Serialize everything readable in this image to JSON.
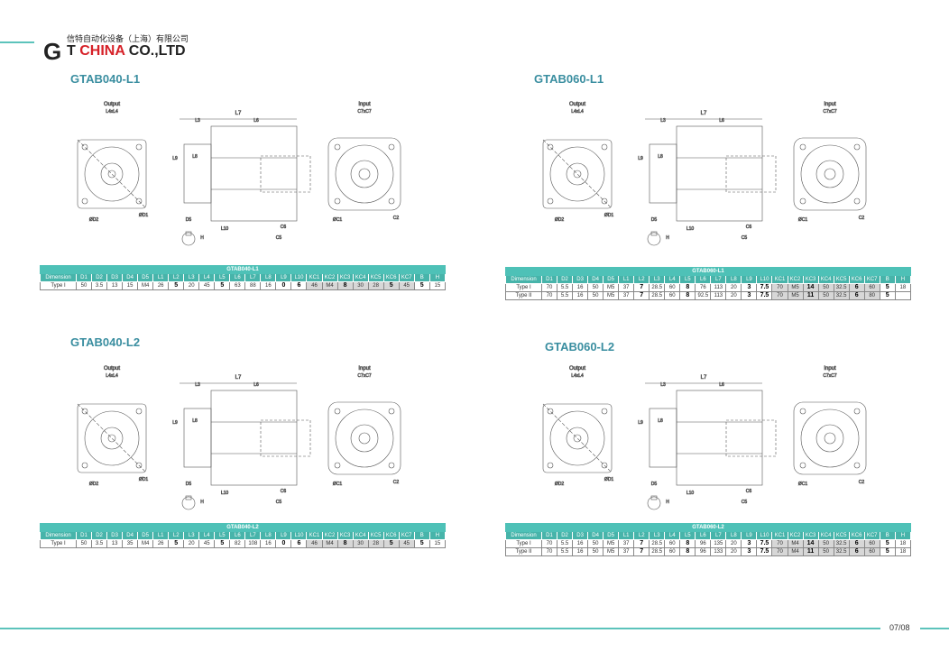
{
  "header": {
    "company_cn": "信特自动化设备（上海）有限公司",
    "logo_g": "G",
    "logo_t": "T",
    "company_en_red": "CHINA",
    "company_en_black": "CO.,LTD"
  },
  "footer": {
    "page": "07/08"
  },
  "drawing_labels": {
    "output": "Output",
    "output_dim": "L4xL4",
    "input": "Input",
    "input_dim": "C7xC7",
    "l7": "L7",
    "l3": "L3",
    "l6": "L6",
    "l8": "L8",
    "l9": "L9",
    "l10": "L10",
    "c5": "C5",
    "c6": "C6",
    "d5": "D5",
    "h": "H",
    "d2": "ØD2",
    "c2": "C2",
    "d1": "ØD1",
    "c1": "ØC1"
  },
  "columns": [
    "Dimension",
    "D1",
    "D2",
    "D3",
    "D4",
    "D5",
    "L1",
    "L2",
    "L3",
    "L4",
    "L5",
    "L6",
    "L7",
    "L8",
    "L9",
    "L10",
    "KC1",
    "KC2",
    "KC3",
    "KC4",
    "KC5",
    "KC6",
    "KC7",
    "B",
    "H"
  ],
  "panels": [
    {
      "title": "GTAB040-L1",
      "table_title": "GTAB040-L1",
      "rows": [
        [
          "Type I",
          "50",
          "3.5",
          "13",
          "15",
          "M4",
          "26",
          "5",
          "20",
          "45",
          "5",
          "63",
          "88",
          "16",
          "0",
          "6",
          "46",
          "M4",
          "8",
          "30",
          "28",
          "5",
          "45",
          "5",
          "15"
        ]
      ]
    },
    {
      "title": "GTAB060-L1",
      "table_title": "GTAB060-L1",
      "rows": [
        [
          "Type I",
          "70",
          "5.5",
          "16",
          "50",
          "M5",
          "37",
          "7",
          "28.5",
          "60",
          "8",
          "76",
          "113",
          "20",
          "3",
          "7.5",
          "70",
          "M5",
          "14",
          "50",
          "32.5",
          "6",
          "60",
          "5",
          "18"
        ],
        [
          "Type II",
          "70",
          "5.5",
          "16",
          "50",
          "M5",
          "37",
          "7",
          "28.5",
          "60",
          "8",
          "92.5",
          "113",
          "20",
          "3",
          "7.5",
          "70",
          "M5",
          "11",
          "50",
          "32.5",
          "6",
          "80",
          "5",
          ""
        ]
      ]
    },
    {
      "title": "GTAB040-L2",
      "table_title": "GTAB040-L2",
      "rows": [
        [
          "Type I",
          "50",
          "3.5",
          "13",
          "35",
          "M4",
          "26",
          "5",
          "20",
          "45",
          "5",
          "82",
          "108",
          "16",
          "0",
          "6",
          "46",
          "M4",
          "8",
          "30",
          "28",
          "5",
          "45",
          "5",
          "15"
        ]
      ]
    },
    {
      "title": "GTAB060-L2",
      "table_title": "GTAB060-L2",
      "rows": [
        [
          "Type I",
          "70",
          "5.5",
          "16",
          "50",
          "M5",
          "37",
          "7",
          "28.5",
          "60",
          "8",
          "96",
          "135",
          "20",
          "3",
          "7.5",
          "70",
          "M4",
          "14",
          "50",
          "32.5",
          "6",
          "60",
          "5",
          "18"
        ],
        [
          "Type II",
          "70",
          "5.5",
          "16",
          "50",
          "M5",
          "37",
          "7",
          "28.5",
          "60",
          "8",
          "96",
          "133",
          "20",
          "3",
          "7.5",
          "70",
          "M4",
          "11",
          "50",
          "32.5",
          "6",
          "60",
          "5",
          "18"
        ]
      ]
    }
  ]
}
